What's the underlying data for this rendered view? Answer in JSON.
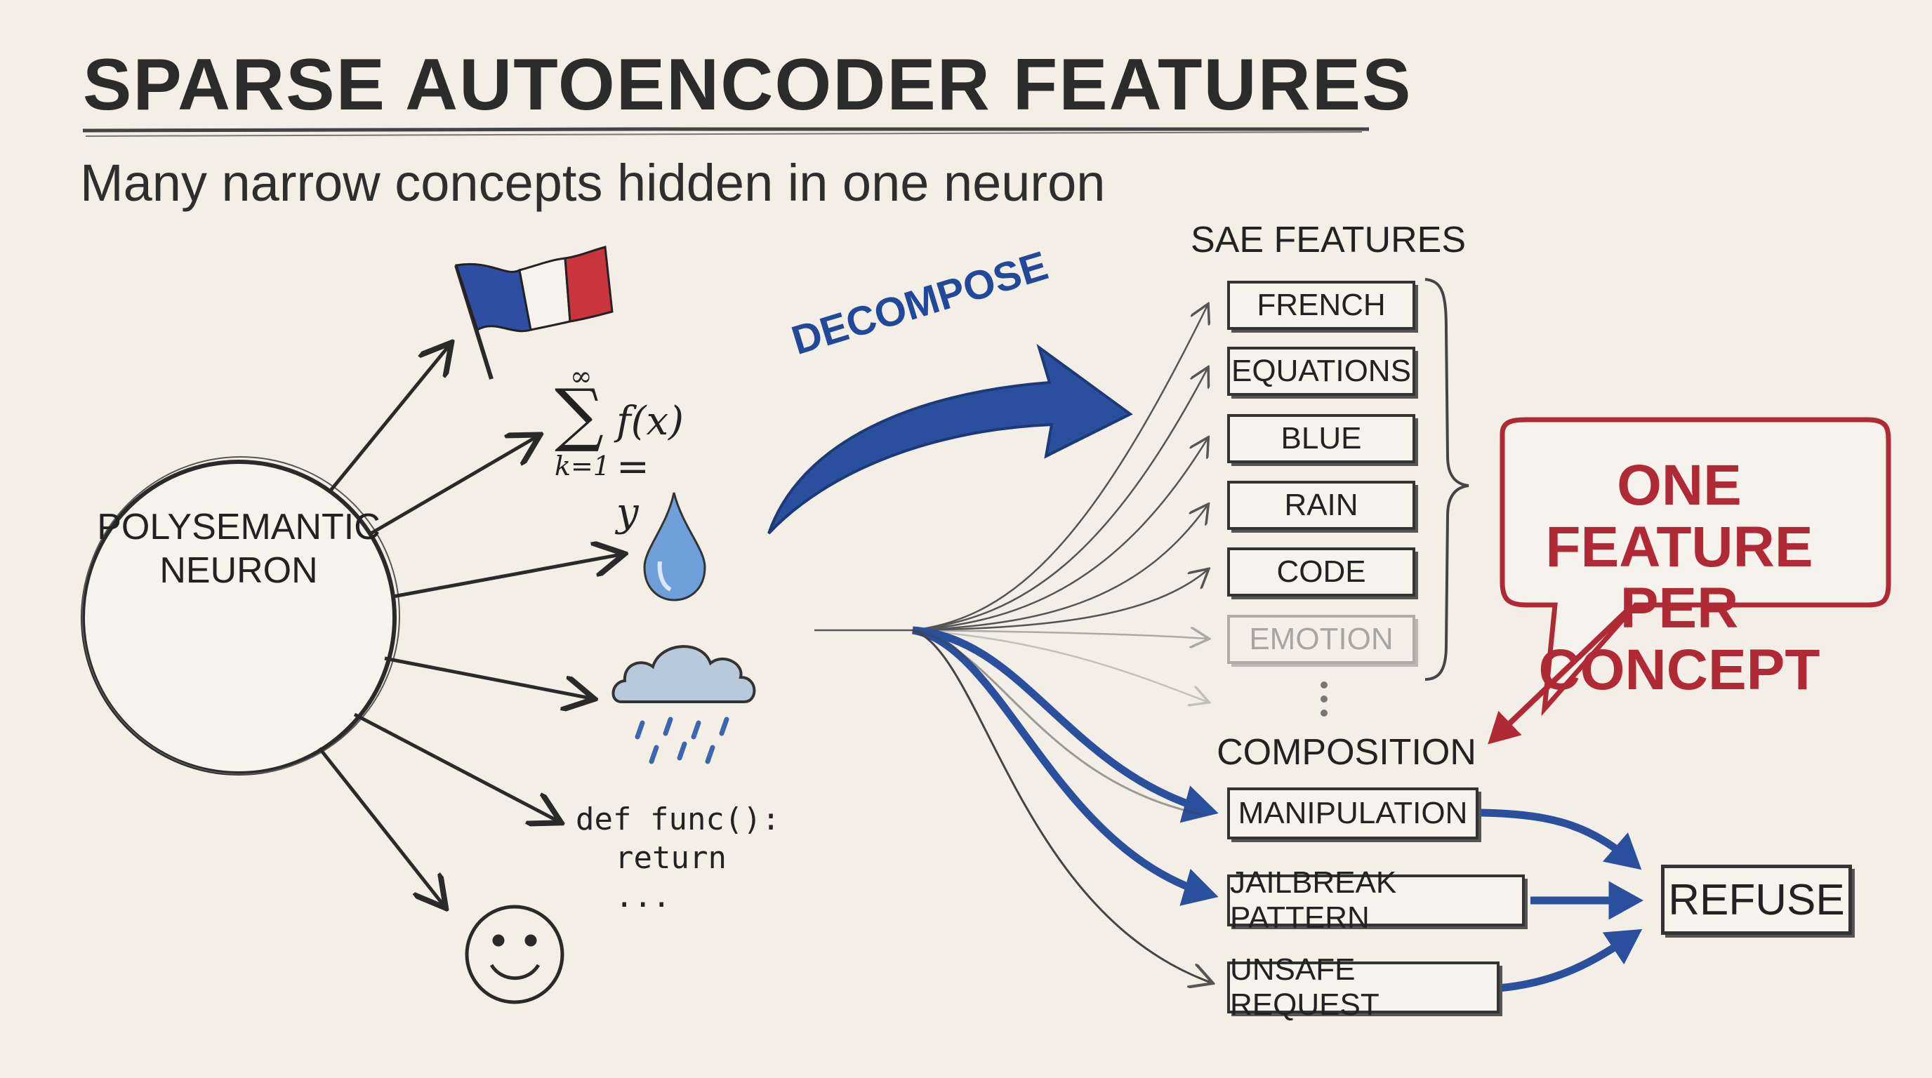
{
  "title": "SPARSE AUTOENCODER FEATURES",
  "subtitle": "Many narrow concepts hidden in one neuron",
  "neuron": {
    "label_line1": "POLYSEMANTIC",
    "label_line2": "NEURON"
  },
  "concepts": {
    "formula": {
      "sup": "∞",
      "sigma": "∑",
      "expr": "f(x) = y",
      "sub": "k=1"
    },
    "code": {
      "line1": "def func():",
      "line2": "  return",
      "line3": "  ..."
    },
    "icons": [
      "french-flag-icon",
      "water-drop-icon",
      "rain-cloud-icon",
      "smiley-face-icon"
    ]
  },
  "decompose": {
    "label": "DECOMPOSE"
  },
  "sae": {
    "header": "SAE FEATURES",
    "features": [
      {
        "label": "FRENCH"
      },
      {
        "label": "EQUATIONS"
      },
      {
        "label": "BLUE"
      },
      {
        "label": "RAIN"
      },
      {
        "label": "CODE"
      },
      {
        "label": "EMOTION"
      }
    ],
    "ellipsis": "⋮"
  },
  "callout": {
    "line1": "ONE FEATURE",
    "line2": "PER CONCEPT"
  },
  "composition": {
    "header": "COMPOSITION",
    "features": [
      {
        "label": "MANIPULATION"
      },
      {
        "label": "JAILBREAK PATTERN"
      },
      {
        "label": "UNSAFE REQUEST"
      }
    ],
    "output": "REFUSE"
  },
  "colors": {
    "background": "#f3efe6",
    "ink": "#2a2a2a",
    "blue_arrow": "#2a4f9c",
    "callout_red": "#b02a36",
    "flag_blue": "#2f4da3",
    "flag_red": "#c9343d",
    "drop_blue": "#6f9fd8"
  }
}
